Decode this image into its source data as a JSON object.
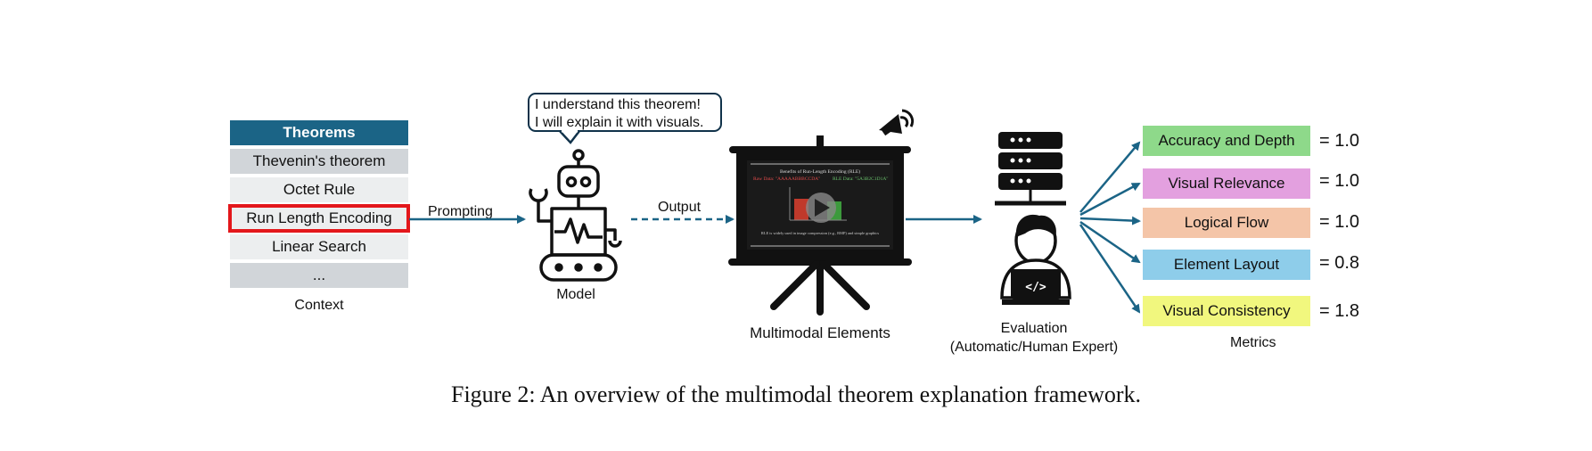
{
  "theorems": {
    "header": "Theorems",
    "items": [
      "Thevenin's theorem",
      "Octet Rule",
      "Run Length Encoding",
      "Linear Search",
      "..."
    ],
    "selected_index": 2,
    "context_label": "Context"
  },
  "edges": {
    "prompting": "Prompting",
    "output": "Output"
  },
  "model": {
    "speech_line1": "I understand this theorem!",
    "speech_line2": "I will explain it with visuals.",
    "label": "Model"
  },
  "multimodal": {
    "label": "Multimodal Elements",
    "slide_title": "Benefits of Run-Length Encoding (RLE)",
    "slide_raw": "Raw Data: \"AAAAABBBCCDA\"",
    "slide_rle": "RLE Data: \"5A3B2C1D1A\"",
    "slide_note": "RLE is widely used in image compression (e.g., BMP) and simple graphics"
  },
  "evaluation": {
    "label_line1": "Evaluation",
    "label_line2": "(Automatic/Human Expert)"
  },
  "metrics": {
    "label": "Metrics",
    "items": [
      {
        "name": "Accuracy and Depth",
        "value": "= 1.0",
        "color": "#8ed98a"
      },
      {
        "name": "Visual Relevance",
        "value": "= 1.0",
        "color": "#e3a0df"
      },
      {
        "name": "Logical Flow",
        "value": "= 1.0",
        "color": "#f4c5a8"
      },
      {
        "name": "Element Layout",
        "value": "= 0.8",
        "color": "#8ecdea"
      },
      {
        "name": "Visual Consistency",
        "value": "= 1.8",
        "color": "#f1f77e"
      }
    ]
  },
  "caption": "Figure 2: An overview of the multimodal theorem explanation framework.",
  "colors": {
    "header": "#1b6486",
    "highlight": "#e3171b",
    "arrow": "#1b6486"
  }
}
